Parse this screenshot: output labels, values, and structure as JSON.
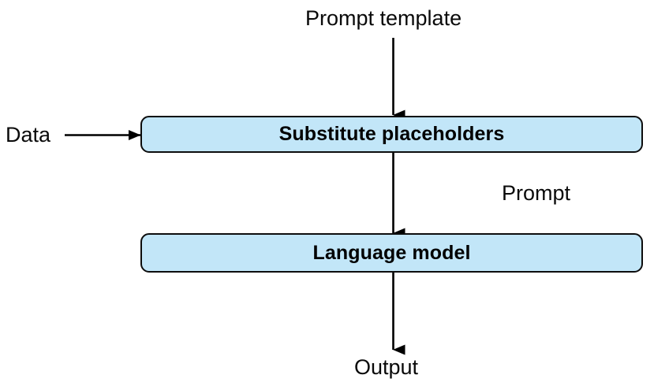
{
  "diagram": {
    "title_text": "Prompt template",
    "type": "flowchart",
    "background_color": "#ffffff",
    "box_fill_color": "#c2e6f8",
    "box_border_color": "#0d0d0d",
    "arrow_color": "#000000",
    "text_color": "#000000",
    "labels": {
      "prompt_template": "Prompt template",
      "data": "Data",
      "prompt": "Prompt",
      "output": "Output"
    },
    "boxes": [
      {
        "id": "substitute",
        "label": "Substitute placeholders"
      },
      {
        "id": "language_model",
        "label": "Language model"
      }
    ],
    "arrows": [
      {
        "id": "prompt-template-to-substitute",
        "direction": "down"
      },
      {
        "id": "data-to-substitute",
        "direction": "right"
      },
      {
        "id": "substitute-to-language-model",
        "direction": "down"
      },
      {
        "id": "language-model-to-output",
        "direction": "down"
      }
    ]
  }
}
